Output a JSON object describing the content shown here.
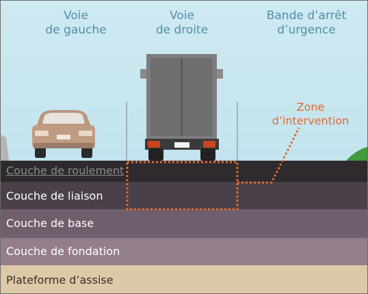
{
  "lanes": {
    "left": "Voie\nde gauche",
    "right": "Voie\nde droite",
    "shoulder": "Bande d’arrêt\nd’urgence"
  },
  "zone": {
    "label": "Zone\nd’intervention",
    "color": "#e26b2e"
  },
  "layers": [
    {
      "label": "Couche de roulement",
      "color": "#2e2a2e"
    },
    {
      "label": "Couche de liaison",
      "color": "#4a4049"
    },
    {
      "label": "Couche de base",
      "color": "#6f5f6c"
    },
    {
      "label": "Couche de fondation",
      "color": "#957e8c"
    },
    {
      "label": "Plateforme d’assise",
      "color": "#dcc9a8"
    }
  ],
  "vehicles": [
    "car",
    "truck"
  ]
}
